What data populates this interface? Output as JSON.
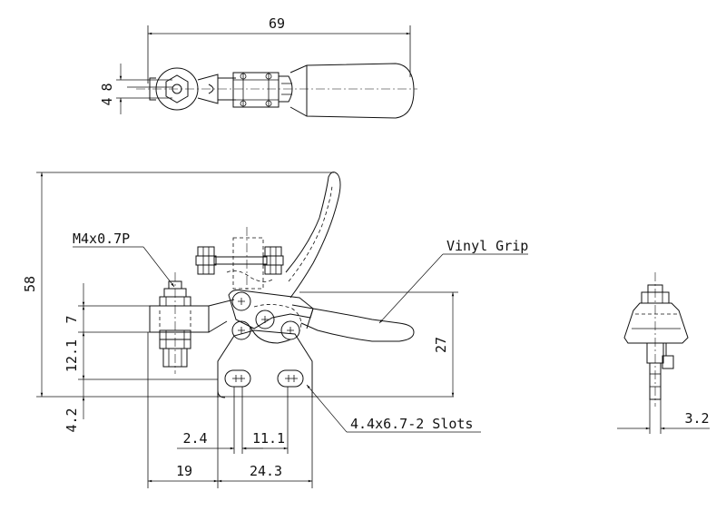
{
  "top_view": {
    "dim_overall_length": "69",
    "dim_width_a": "8",
    "dim_width_b": "4"
  },
  "side_view": {
    "dim_height": "58",
    "dim_thread_label": "M4x0.7P",
    "dim_a": "7",
    "dim_b": "12.1",
    "dim_base": "4.2",
    "dim_handle_height": "27",
    "dim_gap": "2.4",
    "dim_slot_spacing": "11.1",
    "dim_offset": "19",
    "dim_base_length": "24.3",
    "grip_label": "Vinyl Grip",
    "slots_label": "4.4x6.7-2 Slots"
  },
  "end_view": {
    "dim_thickness": "3.2"
  },
  "colors": {
    "line": "#111111",
    "background": "#ffffff"
  }
}
